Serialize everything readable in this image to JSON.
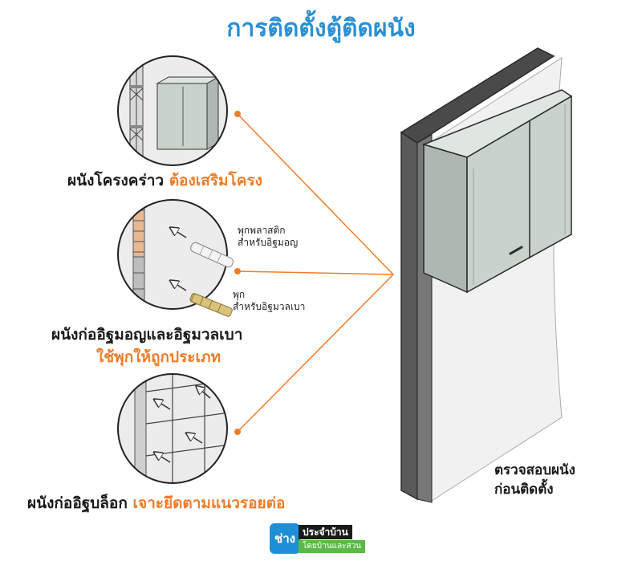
{
  "title": "การติดตั้งตู้ติดผนัง",
  "colors": {
    "title": "#2b8fd4",
    "highlight": "#ee7d2a",
    "wall_dark": "#5a5a5a",
    "cabinet": "#c9d3cc"
  },
  "steps": [
    {
      "label": "ผนังโครงคร่าว",
      "highlight": "ต้องเสริมโครง"
    },
    {
      "label": "ผนังก่ออิฐมอญและอิฐมวลเบา",
      "highlight": "ใช้พุกให้ถูกประเภท"
    },
    {
      "label": "ผนังก่ออิฐบล็อก",
      "highlight": "เจาะยึดตามแนวรอยต่อ"
    }
  ],
  "anchors": {
    "plastic": {
      "line1": "พุกพลาสติก",
      "line2": "สำหรับอิฐมอญ"
    },
    "metal": {
      "line1": "พุก",
      "line2": "สำหรับอิฐมวลเบา"
    }
  },
  "check_note": {
    "line1": "ตรวจสอบผนัง",
    "line2": "ก่อนติดตั้ง"
  },
  "logo": {
    "mark": "ช่าง",
    "top": "ประจำบ้าน",
    "bottom": "โดยบ้านและสวน"
  }
}
